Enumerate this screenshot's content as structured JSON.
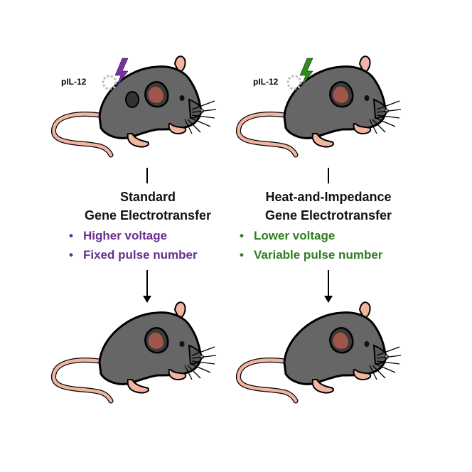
{
  "left": {
    "plasmid_label": "pIL-12",
    "title_line1": "Standard",
    "title_line2": "Gene Electrotransfer",
    "bullets": [
      "Higher voltage",
      "Fixed pulse number"
    ],
    "bullet_color": "#6a2c91",
    "bolt_color": "#7b2fa8"
  },
  "right": {
    "plasmid_label": "pIL-12",
    "title_line1": "Heat-and-Impedance",
    "title_line2": "Gene Electrotransfer",
    "bullets": [
      "Lower voltage",
      "Variable pulse number"
    ],
    "bullet_color": "#2e7d1f",
    "bolt_color": "#2e8b1e"
  },
  "bullet_symbol": "•",
  "icons": {
    "bolt": "lightning-bolt-icon",
    "plasmid": "plasmid-icon",
    "mouse": "mouse-icon"
  }
}
